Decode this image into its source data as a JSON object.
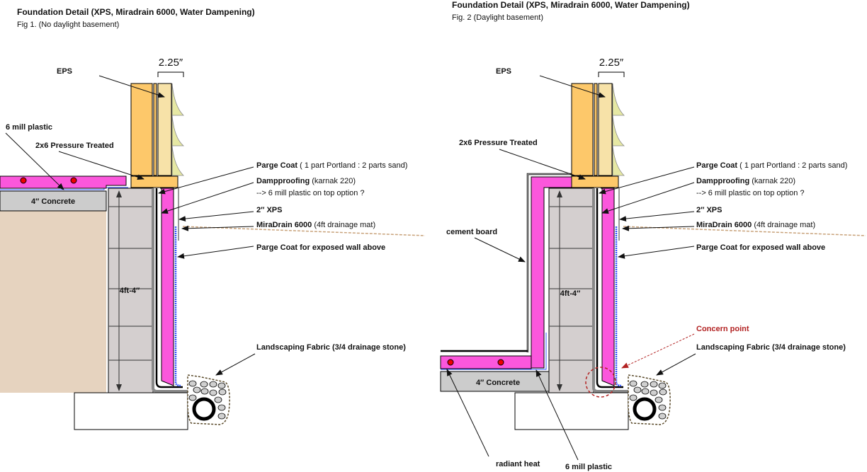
{
  "colors": {
    "xps": "#fb57dc",
    "lumber": "#fdc86a",
    "eps": "#f7e2a8",
    "siding": "#e6e8a4",
    "block": "#d4cfcf",
    "concrete": "#cccccc",
    "soil": "#e6d3bf",
    "drain": "#3355ff",
    "heat": "#ee0000",
    "concern": "#b22222"
  },
  "fig1": {
    "title": "Foundation Detail (XPS, Miradrain 6000, Water Dampening)",
    "subtitle": "Fig 1. (No daylight basement)",
    "dimension": "2.25″",
    "height_label": "4ft-4″",
    "concrete": "4″ Concrete",
    "labels": {
      "eps": "EPS",
      "plastic": "6 mill plastic",
      "sill": "2x6 Pressure Treated",
      "parge_b": "Parge Coat",
      "parge_n": " ( 1 part Portland : 2 parts sand)",
      "damp_b": "Dampproofing",
      "damp_n": " (karnak 220)",
      "option": "--> 6 mill plastic on top option ?",
      "xps": "2″ XPS",
      "mira_b": "MiraDrain 6000",
      "mira_n": " (4ft drainage mat)",
      "parge2": "Parge Coat for exposed wall above",
      "fabric": "Landscaping Fabric (3/4 drainage stone)"
    }
  },
  "fig2": {
    "title": "Foundation Detail (XPS, Miradrain 6000, Water Dampening)",
    "subtitle": "Fig. 2 (Daylight basement)",
    "dimension": "2.25″",
    "height_label": "4ft-4″",
    "concrete": "4″ Concrete",
    "labels": {
      "eps": "EPS",
      "sill": "2x6 Pressure Treated",
      "cement": "cement board",
      "parge_b": "Parge Coat",
      "parge_n": " ( 1 part Portland : 2 parts sand)",
      "damp_b": "Dampproofing",
      "damp_n": " (karnak 220)",
      "option": "--> 6 mill plastic on top option ?",
      "xps": "2″ XPS",
      "mira_b": "MiraDrain 6000",
      "mira_n": " (4ft drainage mat)",
      "parge2": "Parge Coat for exposed wall above",
      "concern": "Concern point",
      "fabric": "Landscaping Fabric (3/4 drainage stone)",
      "radiant": "radiant heat",
      "plastic": "6 mill plastic"
    }
  }
}
